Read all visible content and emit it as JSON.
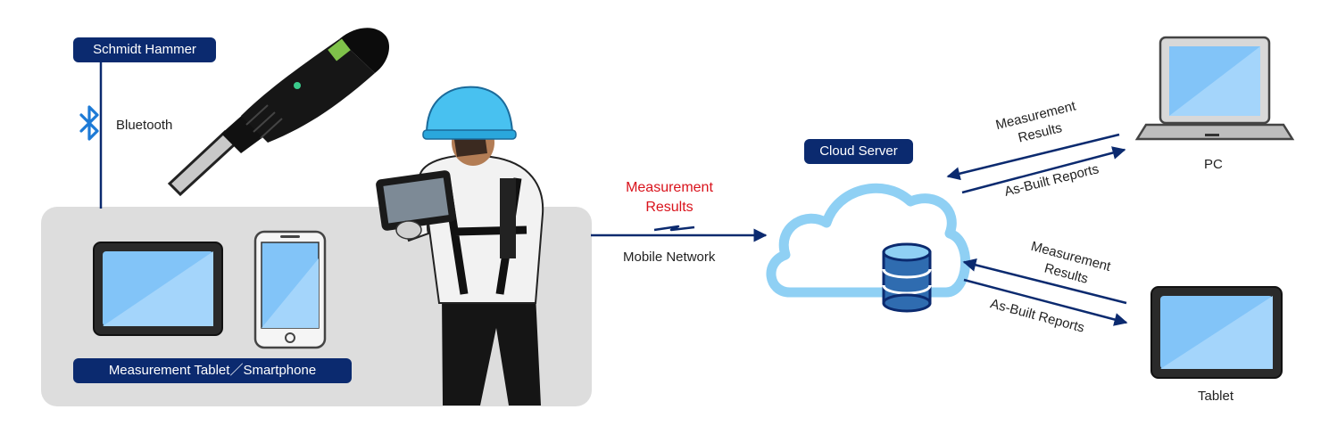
{
  "colors": {
    "navy": "#0b2a6f",
    "accent_red": "#d9121b",
    "screen_blue": "#82c4f8",
    "cloud_blue": "#8fd0f4",
    "panel_gray": "#dddddd"
  },
  "labels": {
    "schmidt_hammer": "Schmidt Hammer",
    "bluetooth": "Bluetooth",
    "tablet_smartphone": "Measurement Tablet／Smartphone",
    "measurement_results_red": "Measurement\nResults",
    "mobile_network": "Mobile Network",
    "cloud_server": "Cloud Server",
    "pc": "PC",
    "tablet": "Tablet",
    "pc_measurement_results": "Measurement\nResults",
    "pc_as_built_reports": "As-Built Reports",
    "tablet_measurement_results": "Measurement\nResults",
    "tablet_as_built_reports": "As-Built Reports"
  },
  "icons": {
    "bluetooth": "bluetooth-icon",
    "hammer": "schmidt-hammer-icon",
    "worker": "worker-with-tablet-icon",
    "tablet": "tablet-device-icon",
    "smartphone": "smartphone-icon",
    "cloud": "cloud-icon",
    "database": "database-icon",
    "laptop": "laptop-icon"
  }
}
